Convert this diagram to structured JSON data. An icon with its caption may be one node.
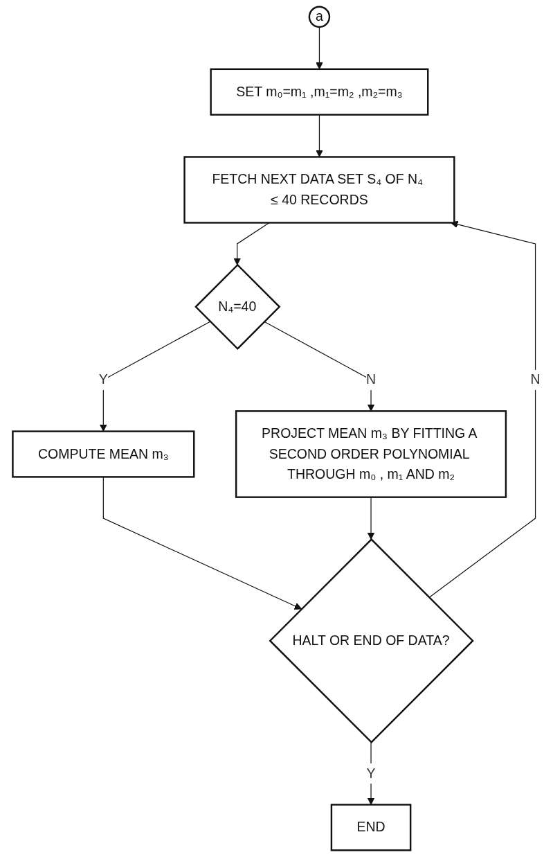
{
  "diagram": {
    "nodes": [
      {
        "text": [
          "a"
        ]
      },
      {
        "text": [
          "SET m₀=m₁ ,m₁=m₂ ,m₂=m₃"
        ]
      },
      {
        "text": [
          "FETCH NEXT DATA SET S₄ OF N₄ ≤ 40 RECORDS"
        ]
      },
      {
        "text": [
          "N₄=40"
        ]
      },
      {
        "text": [
          "COMPUTE MEAN m₃"
        ]
      },
      {
        "text": [
          "PROJECT MEAN m₃ BY FITTING A SECOND ORDER POLYNOMIAL THROUGH m₀ , m₁ AND m₂"
        ]
      },
      {
        "text": [
          "HALT OR END OF DATA?"
        ]
      },
      {
        "text": [
          "END"
        ]
      }
    ],
    "edges": [
      {
        "from": 0,
        "to": 1,
        "arrow": "to"
      },
      {
        "from": 1,
        "to": 2,
        "arrow": "to"
      },
      {
        "from": 2,
        "to": 3,
        "arrow": "to"
      },
      {
        "from": 3,
        "to": 4,
        "label": "Y",
        "arrow": "to"
      },
      {
        "from": 3,
        "to": 5,
        "label": "N",
        "arrow": "to"
      },
      {
        "from": 4,
        "to": 6,
        "arrow": "to"
      },
      {
        "from": 5,
        "to": 6,
        "arrow": "to"
      },
      {
        "from": 6,
        "to": 2,
        "label": "N",
        "arrow": "to"
      },
      {
        "from": 6,
        "to": 7,
        "label": "Y",
        "arrow": "to"
      }
    ]
  }
}
